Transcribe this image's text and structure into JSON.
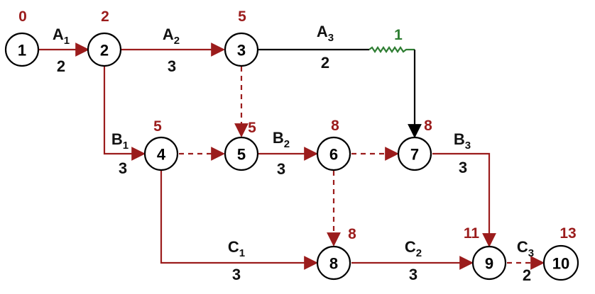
{
  "colors": {
    "critical": "#9b1c1c",
    "normal": "#000000",
    "float": "#2e7d32",
    "node_text": "#000000"
  },
  "nodes": [
    {
      "id": "1",
      "label": "1",
      "time": "0"
    },
    {
      "id": "2",
      "label": "2",
      "time": "2"
    },
    {
      "id": "3",
      "label": "3",
      "time": "5"
    },
    {
      "id": "4",
      "label": "4",
      "time": "5"
    },
    {
      "id": "5",
      "label": "5",
      "time": "5"
    },
    {
      "id": "6",
      "label": "6",
      "time": "8"
    },
    {
      "id": "7",
      "label": "7",
      "time": "8"
    },
    {
      "id": "8",
      "label": "8",
      "time": "8"
    },
    {
      "id": "9",
      "label": "9",
      "time": "11"
    },
    {
      "id": "10",
      "label": "10",
      "time": "13"
    }
  ],
  "activities": [
    {
      "id": "A1",
      "name": "A",
      "sub": "1",
      "duration": "2"
    },
    {
      "id": "A2",
      "name": "A",
      "sub": "2",
      "duration": "3"
    },
    {
      "id": "A3",
      "name": "A",
      "sub": "3",
      "duration": "2"
    },
    {
      "id": "B1",
      "name": "B",
      "sub": "1",
      "duration": "3"
    },
    {
      "id": "B2",
      "name": "B",
      "sub": "2",
      "duration": "3"
    },
    {
      "id": "B3",
      "name": "B",
      "sub": "3",
      "duration": "3"
    },
    {
      "id": "C1",
      "name": "C",
      "sub": "1",
      "duration": "3"
    },
    {
      "id": "C2",
      "name": "C",
      "sub": "2",
      "duration": "3"
    },
    {
      "id": "C3",
      "name": "C",
      "sub": "3",
      "duration": "2"
    }
  ],
  "float_label": "1"
}
